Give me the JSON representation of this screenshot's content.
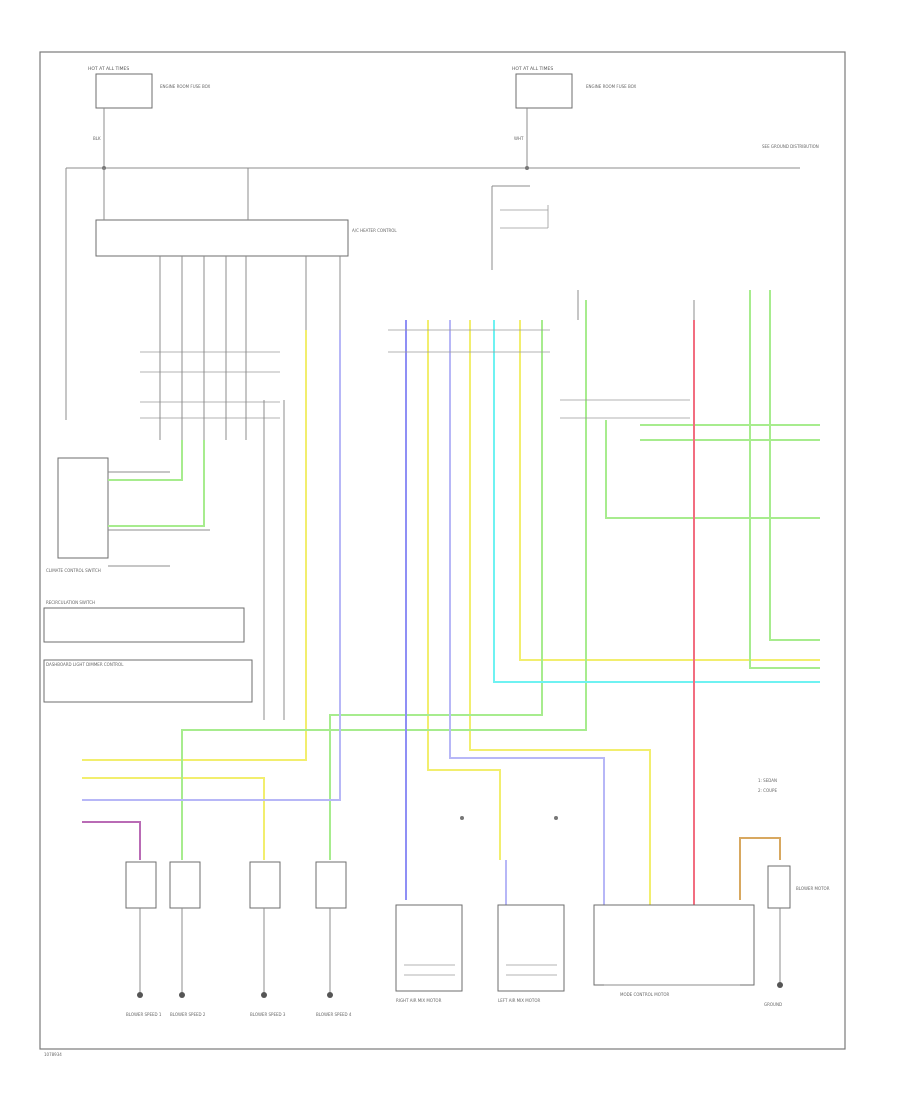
{
  "diagram": {
    "footer_code": "1078934",
    "colors": {
      "wire_gray": "#8c8c8c",
      "yellow": "#f2ee6e",
      "green": "#a7ec8e",
      "blue": "#8f8ff5",
      "violet": "#b7b7f7",
      "red": "#f26e80",
      "cyan": "#6ff2f2",
      "magenta": "#b96bb5",
      "orange": "#d8a860"
    },
    "labels": {
      "fuse_left_title": "HOT AT ALL TIMES",
      "fuse_left_body": "ENGINE ROOM FUSE BOX",
      "fuse_right_title": "HOT AT ALL TIMES",
      "fuse_right_body": "ENGINE ROOM FUSE BOX",
      "control_unit": "A/C HEATER CONTROL",
      "right_note": "SEE GROUND DISTRIBUTION",
      "left_bottom_switch": "CLIMATE CONTROL SWITCH",
      "recirc_label": "RECIRCULATION SWITCH",
      "dimmer_label": "DASHBOARD LIGHT DIMMER CONTROL",
      "motor_right": "RIGHT AIR MIX MOTOR",
      "motor_left": "LEFT AIR MIX MOTOR",
      "mode_motor": "MODE CONTROL MOTOR",
      "blower_label": "BLOWER MOTOR",
      "ground_label": "GROUND",
      "legend_1": "1: SEDAN",
      "legend_2": "2: COUPE"
    },
    "bottom_connectors": [
      "BLOWER SPEED 1",
      "BLOWER SPEED 2",
      "BLOWER SPEED 3",
      "BLOWER SPEED 4"
    ]
  }
}
